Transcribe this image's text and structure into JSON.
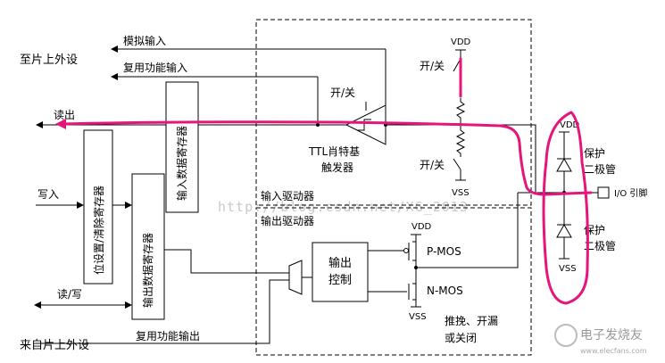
{
  "labels": {
    "to_onchip_peripheral": "至片上外设",
    "from_onchip_peripheral": "来自片上外设",
    "analog_input": "模拟输入",
    "alt_func_input": "复用功能输入",
    "alt_func_output": "复用功能输出",
    "read_out": "读出",
    "write_in": "写入",
    "read_write": "读/写",
    "input_data_register": "输入数据寄存器",
    "bit_set_reset_register": "位设置/清除寄存器",
    "output_data_register": "输出数据寄存器",
    "on_off_top_switch": "开/关",
    "on_off_trigger": "开/关",
    "on_off_bottom_switch": "开/关",
    "ttl_schmitt_trigger_line1": "TTL肖特基",
    "ttl_schmitt_trigger_line2": "触发器",
    "input_driver": "输入驱动器",
    "output_driver": "输出驱动器",
    "output_control_line1": "输出",
    "output_control_line2": "控制",
    "vdd_top": "VDD",
    "vss_mid": "VSS",
    "vdd_out": "VDD",
    "vss_out": "VSS",
    "vdd_right": "VDD",
    "vss_right": "VSS",
    "pmos": "P-MOS",
    "nmos": "N-MOS",
    "push_pull_line1": "推挽、开漏",
    "push_pull_line2": "或关闭",
    "protect_diode_top_line1": "保护",
    "protect_diode_top_line2": "二极管",
    "protect_diode_bottom_line1": "保护",
    "protect_diode_bottom_line2": "二极管",
    "io_pin": "I/O 引脚"
  },
  "watermark": "http://blog.csdn.net/XG_2013",
  "logo": {
    "text": "电子发烧友",
    "url": "www.elecfans.com"
  },
  "colors": {
    "highlight": "#e6157a",
    "line": "#000000",
    "watermark": "#c9c9c9"
  }
}
